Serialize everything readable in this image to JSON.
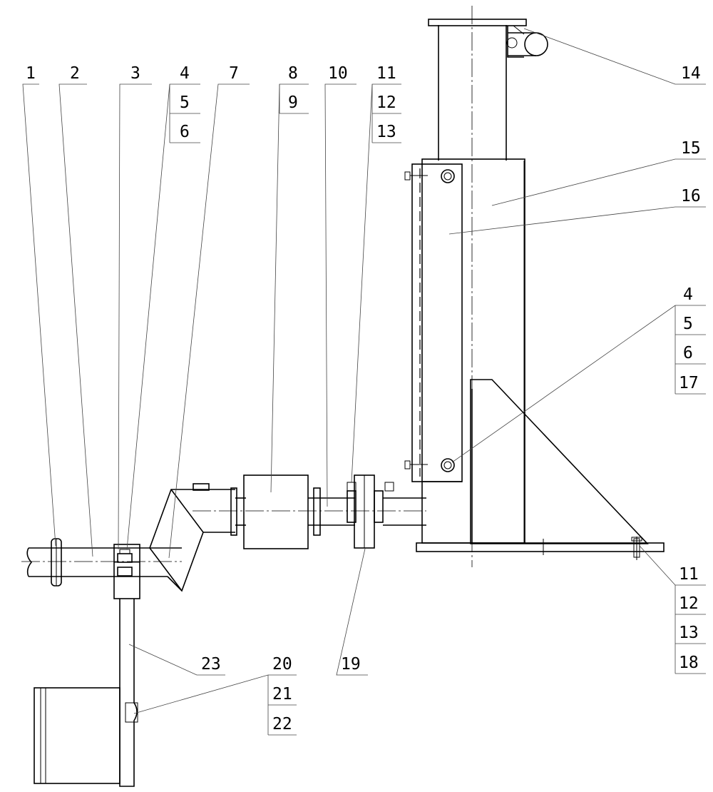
{
  "callouts": {
    "c1": "1",
    "c2": "2",
    "c3": "3",
    "c4": [
      "4",
      "5",
      "6"
    ],
    "c7": "7",
    "c8": [
      "8",
      "9"
    ],
    "c10": "10",
    "c11": [
      "11",
      "12",
      "13"
    ],
    "c14": "14",
    "c15": "15",
    "c16": "16",
    "c4r": [
      "4",
      "5",
      "6",
      "17"
    ],
    "c11r": [
      "11",
      "12",
      "13",
      "18"
    ],
    "c19": "19",
    "c20": [
      "20",
      "21",
      "22"
    ],
    "c23": "23"
  }
}
